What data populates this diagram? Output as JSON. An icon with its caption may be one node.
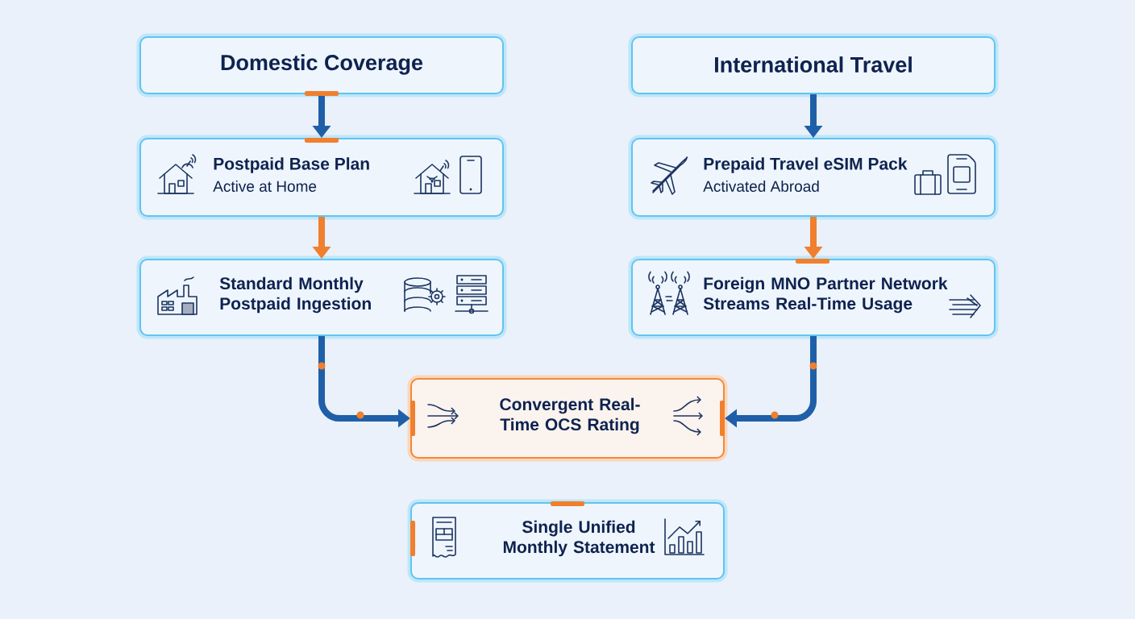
{
  "diagram": {
    "nodes": [
      {
        "text": [
          "Domestic Coverage"
        ]
      },
      {
        "text": [
          "International Travel"
        ]
      },
      {
        "text": [
          "Postpaid Base Plan",
          "Active at Home"
        ]
      },
      {
        "text": [
          "Prepaid Travel eSIM Pack",
          "Activated Abroad"
        ]
      },
      {
        "text": [
          "Standard Monthly Postpaid Ingestion"
        ]
      },
      {
        "text": [
          "Foreign MNO Partner Network Streams Real-Time Usage"
        ]
      },
      {
        "text": [
          "Convergent Real-Time OCS Rating"
        ]
      },
      {
        "text": [
          "Single Unified Monthly Statement"
        ]
      }
    ],
    "edges": [
      {
        "from": 0,
        "to": 2,
        "arrow": "to"
      },
      {
        "from": 1,
        "to": 3,
        "arrow": "to"
      },
      {
        "from": 2,
        "to": 4,
        "arrow": "to",
        "color": "#f07f2e"
      },
      {
        "from": 3,
        "to": 5,
        "arrow": "to",
        "color": "#f07f2e"
      },
      {
        "from": 4,
        "to": 6,
        "arrow": "to"
      },
      {
        "from": 5,
        "to": 6,
        "arrow": "to"
      }
    ]
  }
}
